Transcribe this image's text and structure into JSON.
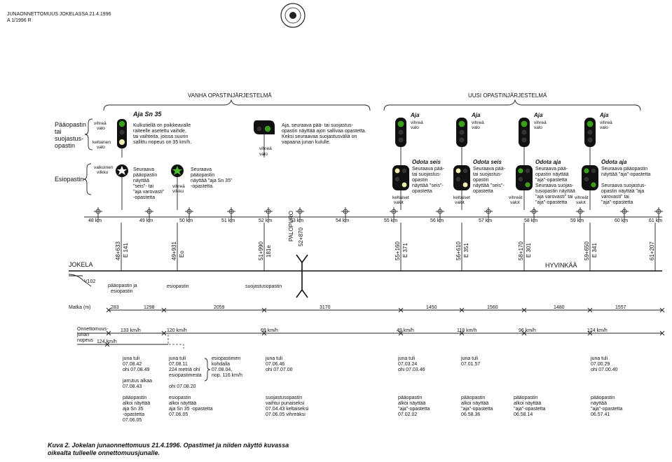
{
  "header": {
    "line1": "JUNAONNETTOMUUS JOKELASSA 21.4.1996",
    "line2": "A 1/1996 R"
  },
  "systems": {
    "old": "VANHA OPASTINJÄRJESTELMÄ",
    "new": "UUSI OPASTINJÄRJESTELMÄ"
  },
  "left_labels": {
    "main_signal": [
      "Pääopastin",
      "tai",
      "suojastus-",
      "opastin"
    ],
    "distant_signal": "Esiopastin",
    "green_light": [
      "vihreä",
      "valo"
    ],
    "yellow_light": [
      "keltainen",
      "valo"
    ],
    "white_flash": [
      "valkoinen",
      "vilkku"
    ],
    "green_flash": [
      "vihreä",
      "vilkku"
    ]
  },
  "old_signals": {
    "main_title": "Aja Sn 35",
    "main_text": [
      "Kulkutiellä on poikkeavalle",
      "raiteelle asetettu vaihde,",
      "tai vaihteita, joissa suurin",
      "sallittu nopeus on 35 km/h."
    ],
    "block_text": [
      "Aja, seuraava pää- tai suojastus-",
      "opastin näyttää ajon sallivaa opastetta.",
      "Keksi seuraavaa suojastusväliä on",
      "vapaana junan kululle."
    ],
    "block_light": [
      "vihreä",
      "valo"
    ],
    "distant1_text": [
      "Seuraava",
      "pääopastin",
      "näyttää",
      "\"seis\"- tai",
      "\"aja varovasti\"",
      "-opastetta"
    ],
    "distant2_text": [
      "Seuraava",
      "pääopastin",
      "näyttää \"aja Sn 35\"",
      "-opastetta."
    ]
  },
  "new_signals": [
    {
      "top_title": "Aja",
      "top_light": [
        "vihreä",
        "valo"
      ],
      "bottom_title": "Odota seis",
      "bottom_text": [
        "Seuraava pää-",
        "tai suojastus-",
        "opastin",
        "näyttää \"seis\"-",
        "opastetta"
      ],
      "bottom_light": [
        "keltaiset",
        "valot"
      ]
    },
    {
      "top_title": "Aja",
      "top_light": [
        "vihreä",
        "valo"
      ],
      "bottom_title": "Odota seis",
      "bottom_text": [
        "Seuraava pää-",
        "tai suojastus-",
        "opastin",
        "näyttää \"seis\"-",
        "opastetta"
      ],
      "bottom_light": [
        "keltaiset",
        "valot"
      ]
    },
    {
      "top_title": "Aja",
      "top_light": [
        "vihreä",
        "valo"
      ],
      "bottom_title": "Odota aja",
      "bottom_text": [
        "Seuraava pää-",
        "opastin näyttää",
        "\"aja\"-opastetta",
        "Seuraava suojas-",
        "tusopastin näyttää",
        "\"aja varovasti\" tai",
        "\"aja\"-opastetta"
      ],
      "bottom_light": [
        "vihreät",
        "valot"
      ]
    },
    {
      "top_title": "Aja",
      "top_light": [
        "vihreä",
        "valo"
      ],
      "bottom_title": "Odota aja",
      "bottom_text": [
        "Seuraava pääopastin",
        "näyttää \"aja\"-opastetta",
        "",
        "Seuraava suojastus-",
        "opastin näyttää \"aja",
        "varovasti\" tai",
        "\"aja\"-opastetta"
      ],
      "bottom_light": [
        "vihreät",
        "valot"
      ]
    }
  ],
  "km_marks": [
    "48 km",
    "49 km",
    "50 km",
    "51 km",
    "52 km",
    "53 km",
    "54 km",
    "55 km",
    "56 km",
    "57 km",
    "58 km",
    "59 km",
    "60 km",
    "61 km"
  ],
  "palopuro": "PALOPURO",
  "palopuro_km": "52+870",
  "signal_positions": [
    {
      "km": "48+633",
      "id": "E 141"
    },
    {
      "km": "49+931",
      "id": "Eo"
    },
    {
      "km": "51+990",
      "id": "181e"
    },
    {
      "km": "55+160",
      "id": "E 371"
    },
    {
      "km": "56+610",
      "id": "E 351"
    },
    {
      "km": "58+170",
      "id": "E 301"
    },
    {
      "km": "59+650",
      "id": "E 341"
    },
    {
      "km": "61+207",
      "id": ""
    }
  ],
  "stations": {
    "left": "JOKELA",
    "right": "HYVINKÄÄ"
  },
  "track_labels": {
    "v102": "V102",
    "main_and_distant": [
      "pääopastin ja",
      "esiopastin"
    ],
    "distant": "esiopastin",
    "block": "suojastusopastin"
  },
  "distance_row": {
    "label": "Matka (m)",
    "values": [
      "283",
      "1298",
      "2059",
      "3170",
      "1450",
      "1560",
      "1480",
      "1557"
    ]
  },
  "speed_row": {
    "label": [
      "Onnettomuus-",
      "junan",
      "nopeus"
    ],
    "values": [
      "133 km/h",
      "120 km/h",
      "69 km/h",
      "49 km/h",
      "118 km/h",
      "96 km/h",
      "124 km/h"
    ],
    "extra": "124 km/h"
  },
  "notes": {
    "col1": [
      "juna tuli",
      "07.08.42",
      "ohi 07.08.49",
      "",
      "jarrutus alkaa",
      "07.08.43",
      "",
      "pääopastin",
      "alkoi näyttää",
      "aja Sn 35",
      "-opastetta",
      "07.06.05"
    ],
    "col2": [
      "juna tuli",
      "07.08.11",
      "224 metriä ohi",
      "esiopastimesta",
      "",
      "ohi 07.08.20",
      "",
      "esiopastin",
      "alkoi näyttää",
      "aja Sn 35 -opastetta",
      "07.06.05"
    ],
    "col2b": [
      "esiopastimen",
      "kohdalla",
      "07.08.04,",
      "nop. 116 km/h"
    ],
    "col3": [
      "juna tuli",
      "07.06.46",
      "ohi 07.07.00",
      "",
      "",
      "",
      "",
      "suojastusopastin",
      "vaihtui punaiseksi",
      "07.04.43 keltaiseksi",
      "07.06.05 vihreäksi"
    ],
    "col4": [
      "juna tuli",
      "07.03.24",
      "ohi 07.03.46",
      "",
      "",
      "",
      "",
      "pääopastin",
      "alkoi näyttää",
      "\"aja\"-opastetta",
      "07.02.02"
    ],
    "col5": [
      "juna tuli",
      "07.01.57",
      "",
      "",
      "",
      "",
      "",
      "pääopastin",
      "alkoi näyttää",
      "\"aja\"-opastetta",
      "06.58.36"
    ],
    "col6": [
      "",
      "",
      "",
      "",
      "",
      "",
      "",
      "pääopastin",
      "alkoi näyttää",
      "\"aja\"-opastetta",
      "06.58.14"
    ],
    "col7": [
      "juna tuli",
      "07.00.29",
      "ohi 07.00.40",
      "",
      "",
      "",
      "",
      "pääopastin",
      "näyttää",
      "\"aja\"-opastetta",
      "06.57.41"
    ]
  },
  "caption": [
    "Kuva 2. Jokelan junaonnettomuus 21.4.1996. Opastimet ja niiden näyttö kuvassa",
    "oikealta tulleelle onnettomuusjunalle."
  ]
}
